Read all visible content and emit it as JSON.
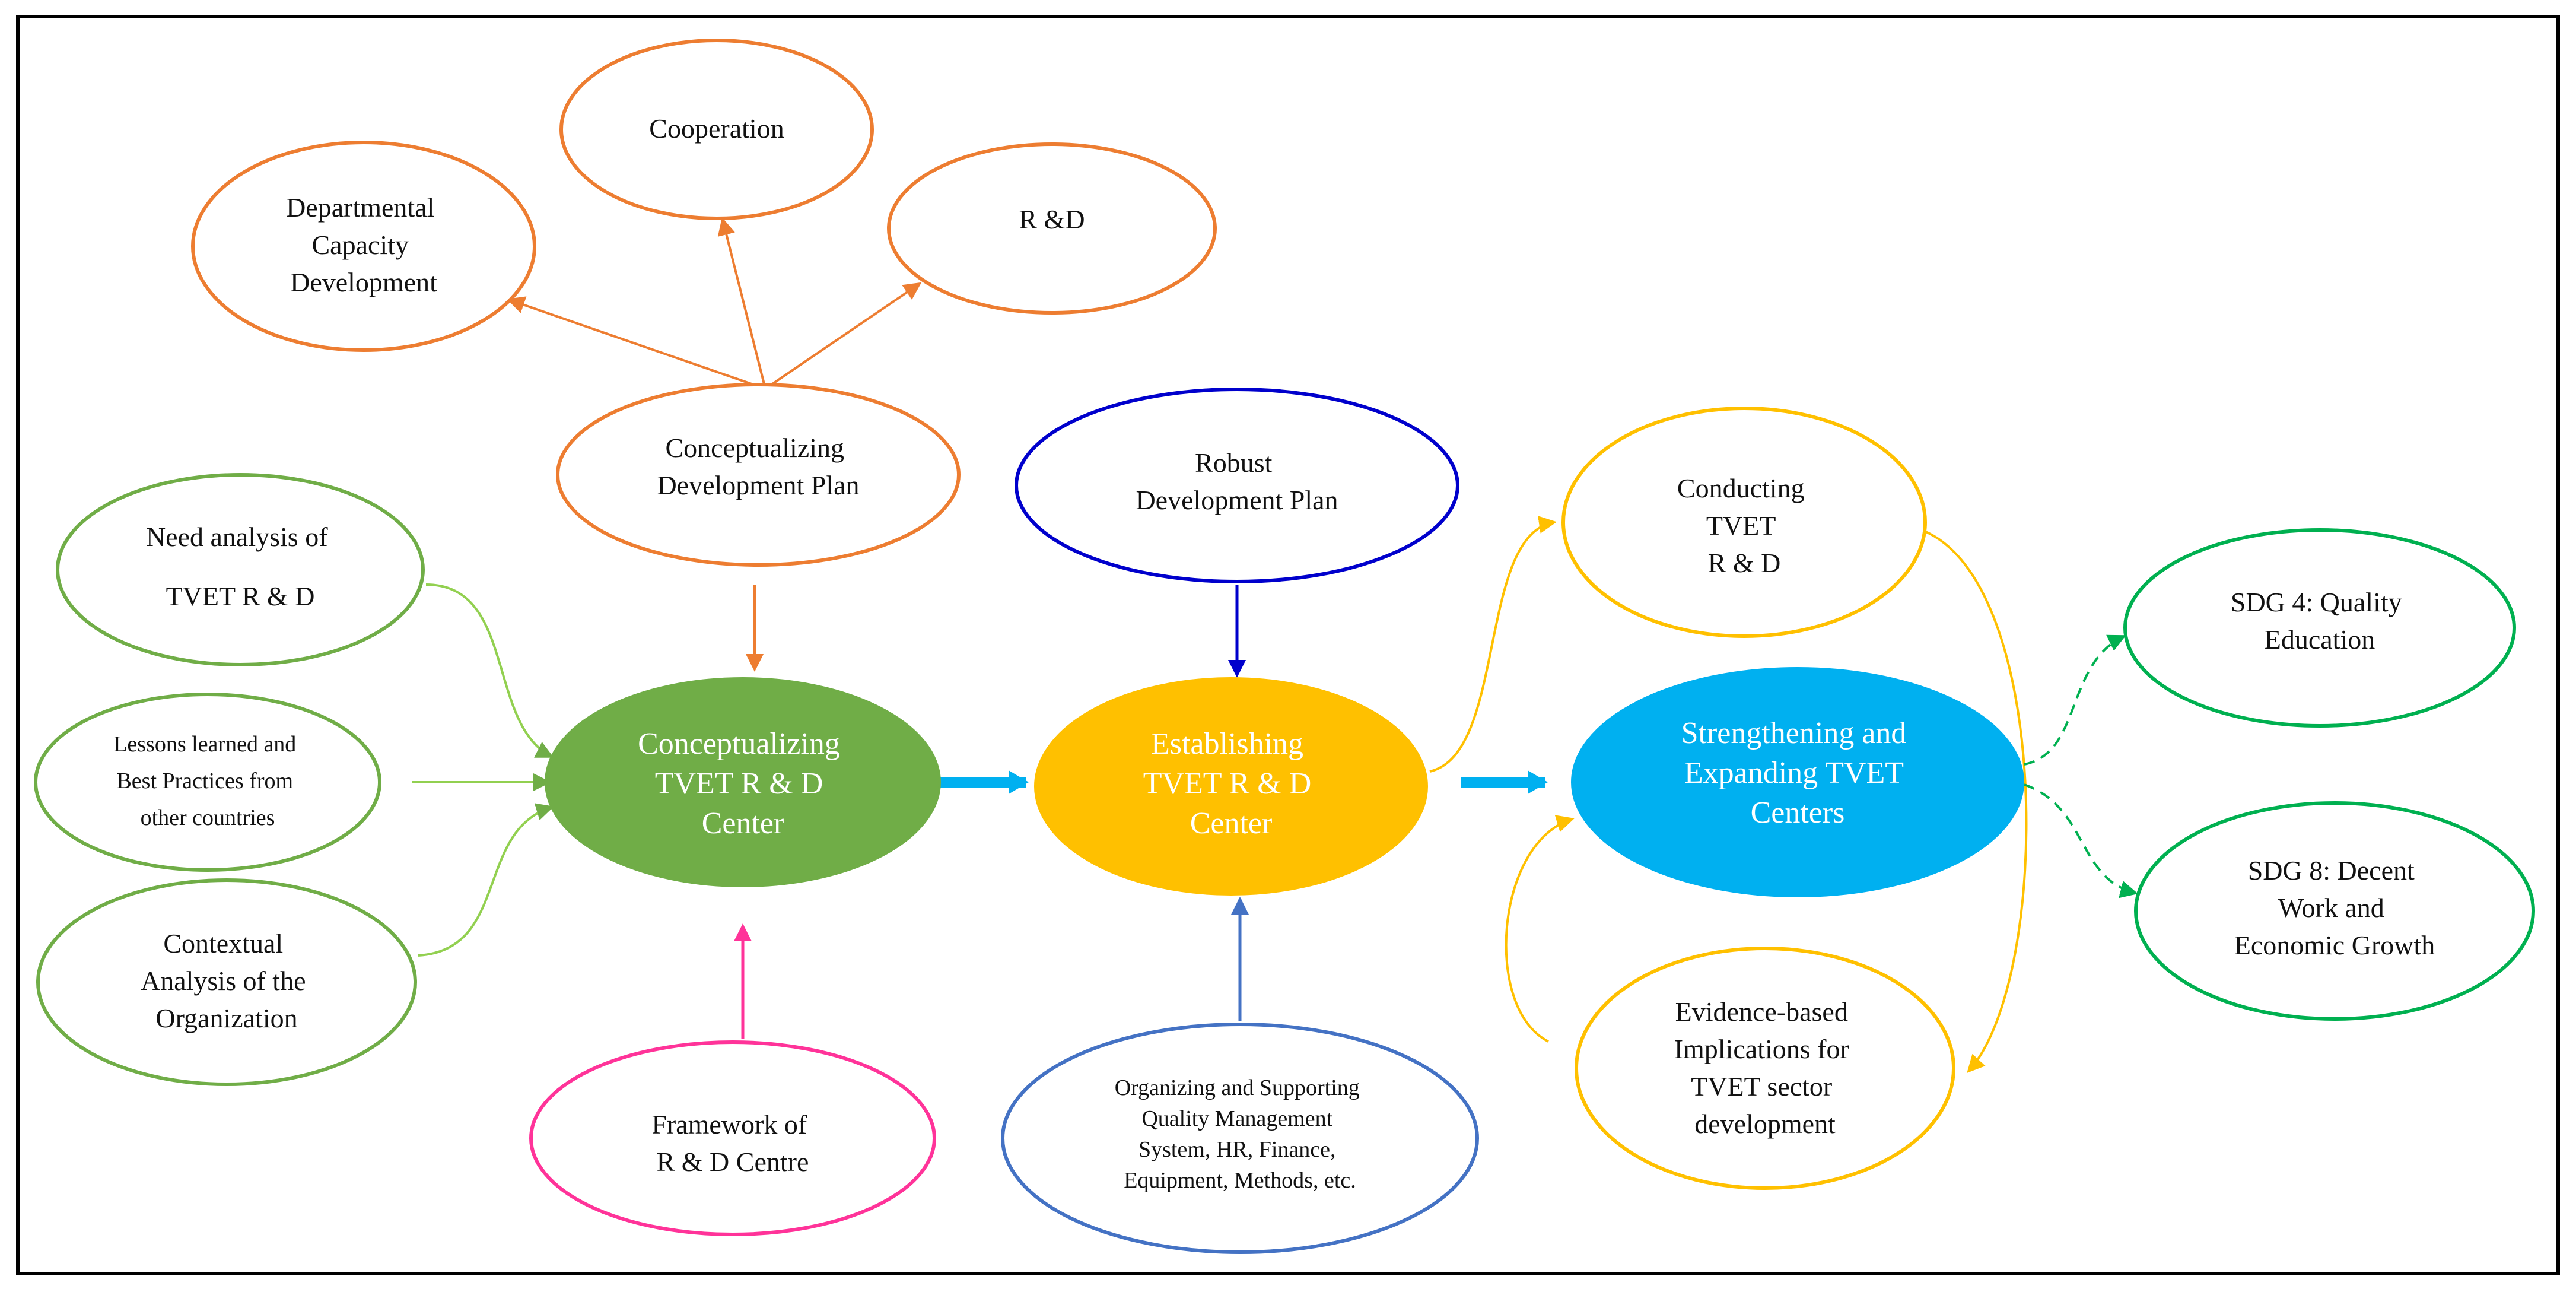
{
  "colors": {
    "orange": "#ED7D31",
    "green": "#70AD47",
    "blue_dark": "#0000CC",
    "pink": "#FF3399",
    "blue_steel": "#4472C4",
    "gold": "#FFC000",
    "cyan": "#00B0F0",
    "green_bright": "#00B050",
    "frame": "#000000"
  },
  "nodes": {
    "cooperation": {
      "lines": [
        "Cooperation"
      ]
    },
    "departmental": {
      "lines": [
        "Departmental",
        "Capacity",
        "Development"
      ]
    },
    "rd": {
      "lines": [
        "R &D"
      ]
    },
    "conceptualizing_plan": {
      "lines": [
        "Conceptualizing",
        "Development Plan"
      ]
    },
    "need_analysis": {
      "lines": [
        "Need analysis of",
        "TVET R & D"
      ]
    },
    "lessons": {
      "lines": [
        "Lessons learned and",
        "Best Practices from",
        "other countries"
      ]
    },
    "contextual": {
      "lines": [
        "Contextual",
        "Analysis of the",
        "Organization"
      ]
    },
    "conceptualizing_center": {
      "lines": [
        "Conceptualizing",
        "TVET R & D",
        "Center"
      ]
    },
    "framework": {
      "lines": [
        "Framework of",
        "R & D Centre"
      ]
    },
    "robust": {
      "lines": [
        "Robust",
        "Development Plan"
      ]
    },
    "establishing": {
      "lines": [
        "Establishing",
        "TVET R & D",
        "Center"
      ]
    },
    "organizing": {
      "lines": [
        "Organizing and Supporting",
        "Quality Management",
        "System, HR, Finance,",
        "Equipment, Methods, etc."
      ]
    },
    "conducting": {
      "lines": [
        "Conducting",
        "TVET",
        "R & D"
      ]
    },
    "strengthening": {
      "lines": [
        "Strengthening and",
        "Expanding TVET",
        "Centers"
      ]
    },
    "evidence": {
      "lines": [
        "Evidence-based",
        "Implications for",
        "TVET sector",
        "development"
      ]
    },
    "sdg4": {
      "lines": [
        "SDG 4: Quality",
        "Education"
      ]
    },
    "sdg8": {
      "lines": [
        "SDG 8: Decent",
        "Work and",
        "Economic Growth"
      ]
    }
  }
}
